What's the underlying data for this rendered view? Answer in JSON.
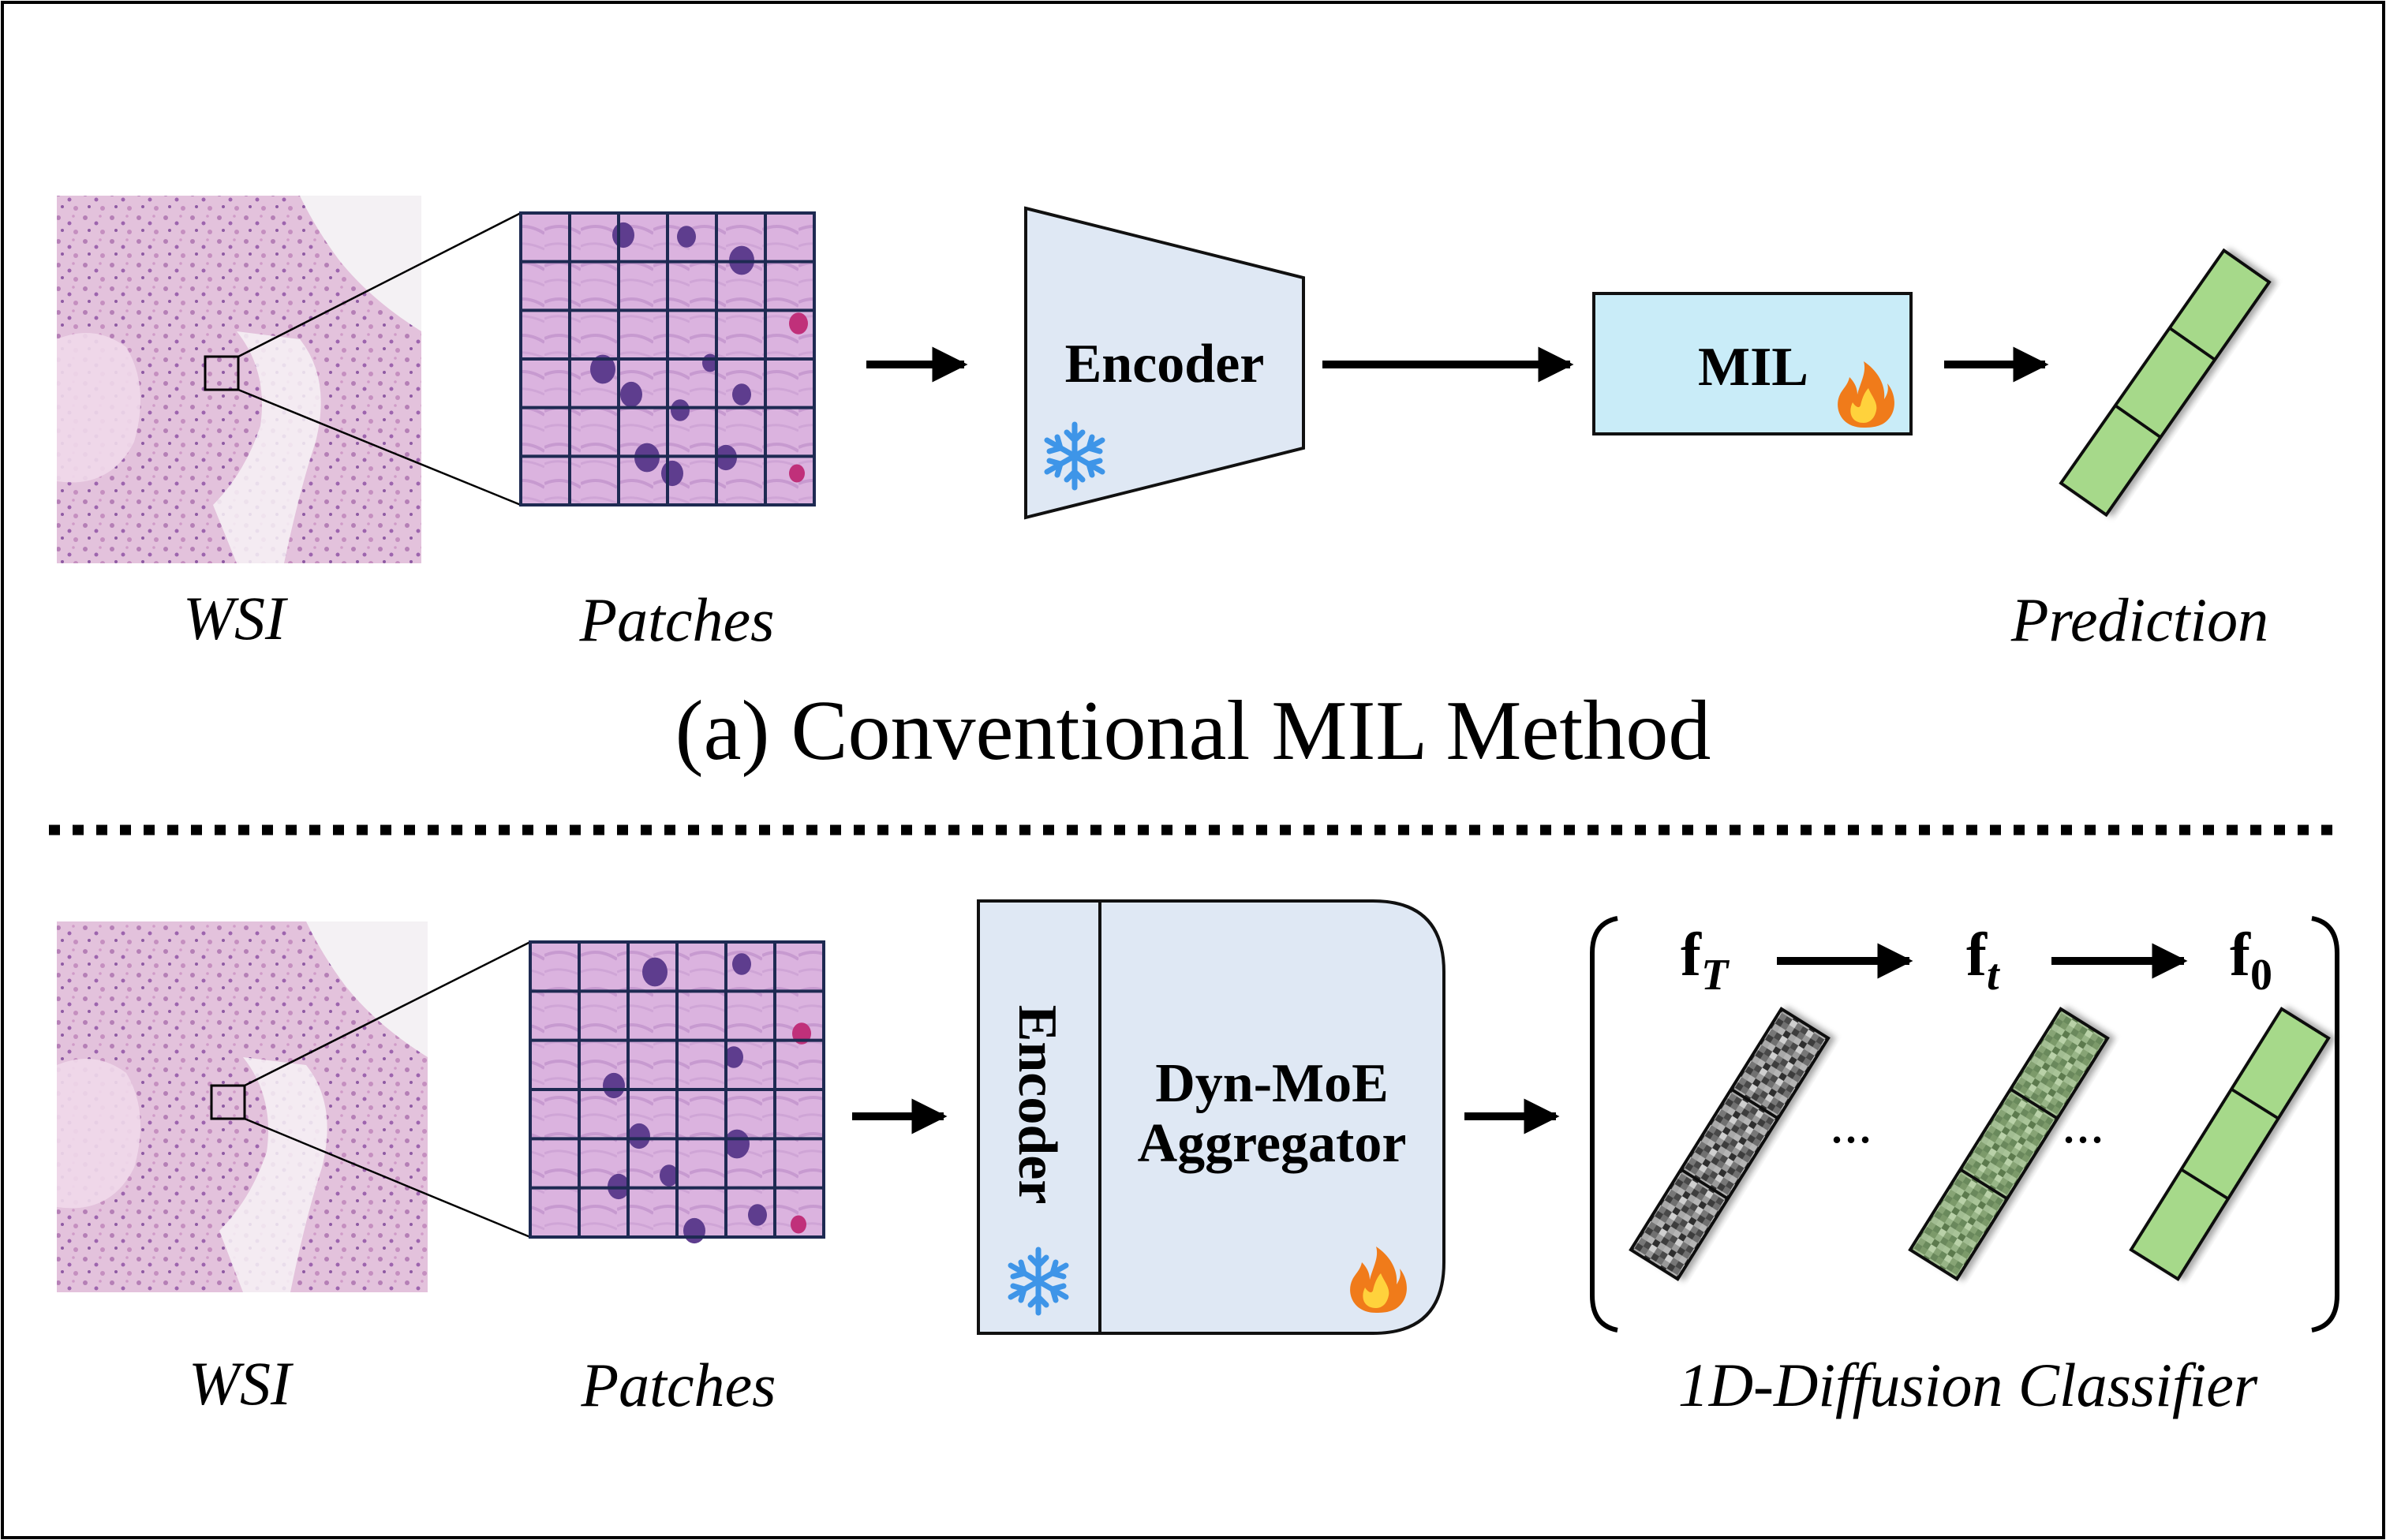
{
  "colors": {
    "tissue_bg": "#e3c2dc",
    "tissue_pink": "#cf8fc4",
    "tissue_dark": "#9d64ae",
    "nucleus": "#5e3d8e",
    "patch_bg": "#dbb3df",
    "grid": "#1e2a52",
    "encoder_fill": "#dfe8f4",
    "mil_fill": "#c9ecf8",
    "pred_green": "#a6d98a",
    "snow": "#3e95e8",
    "fire_outer": "#f07b1a",
    "fire_inner": "#ffd23c"
  },
  "icons": {
    "snowflake": "snowflake-icon",
    "fire": "fire-icon"
  },
  "top": {
    "wsi_label": "WSI",
    "patches_label": "Patches",
    "encoder_label": "Encoder",
    "mil_label": "MIL",
    "prediction_label": "Prediction",
    "caption": "(a) Conventional MIL Method"
  },
  "bottom": {
    "wsi_label": "WSI",
    "patches_label": "Patches",
    "encoder_label": "Encoder",
    "aggregator_line1": "Dyn-MoE",
    "aggregator_line2": "Aggregator",
    "f_T_base": "f",
    "f_T_sub": "T",
    "f_t_base": "f",
    "f_t_sub": "t",
    "f_0_base": "f",
    "f_0_sub": "0",
    "ellipsis1": "...",
    "ellipsis2": "...",
    "classifier_label": "1D-Diffusion Classifier"
  }
}
